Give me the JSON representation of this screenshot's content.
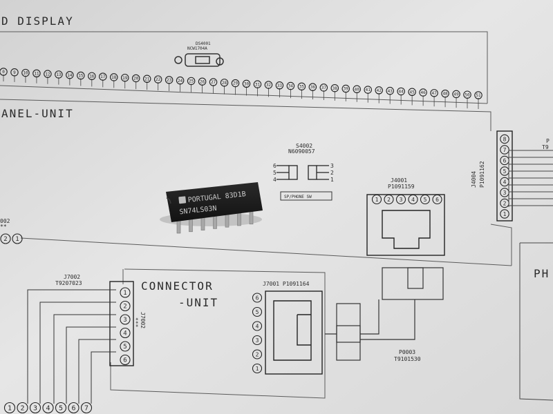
{
  "labels": {
    "display_title": "D DISPLAY",
    "ds4001": "DS4001",
    "ds4001_part": "NCW1704A",
    "panel_unit": "ANEL-UNIT",
    "s4002": "S4002",
    "s4002_part": "N6090057",
    "sw_label": "SP/PHONE SW",
    "j4001": "J4001",
    "j4001_part": "P1091159",
    "j4004": "J4004",
    "j4004_part": "P1091162",
    "left_ref": "002",
    "left_stars": "**",
    "right_ref": "P",
    "right_ref2": "T9",
    "right_ph": "PH",
    "j7002": "J7002",
    "j7002_part": "T9207023",
    "connector_unit_1": "CONNECTOR",
    "connector_unit_2": "-UNIT",
    "j7002_vertical": "J7002",
    "j7002_stars": "***",
    "j7001": "J7001 P1091164",
    "p0003": "P0003",
    "p0003_part": "T9101530"
  },
  "chip": {
    "line1": "PORTUGAL 83D1B",
    "line2": "SN74LS03N"
  },
  "pins": {
    "top_row": [
      "0",
      "9",
      "10",
      "11",
      "12",
      "13",
      "14",
      "15",
      "16",
      "17",
      "18",
      "19",
      "20",
      "21",
      "22",
      "23",
      "24",
      "25",
      "26",
      "27",
      "28",
      "29",
      "30",
      "31",
      "32",
      "33",
      "34",
      "35",
      "36",
      "37",
      "38",
      "39",
      "40",
      "41",
      "42",
      "43",
      "44",
      "45",
      "46",
      "47",
      "48",
      "49",
      "50",
      "51"
    ],
    "j4001": [
      "1",
      "2",
      "3",
      "4",
      "5",
      "6"
    ],
    "j4004": [
      "1",
      "2",
      "3",
      "4",
      "5",
      "6",
      "7",
      "8"
    ],
    "j7002": [
      "1",
      "2",
      "3",
      "4",
      "5",
      "6"
    ],
    "j7001": [
      "1",
      "2",
      "3",
      "4",
      "5",
      "6"
    ],
    "bottom": [
      "1",
      "2",
      "3",
      "4",
      "5",
      "6",
      "7"
    ],
    "left": [
      "2",
      "1"
    ],
    "s4002_left": [
      "6",
      "5",
      "4"
    ],
    "s4002_right": [
      "3",
      "2",
      "1"
    ]
  }
}
